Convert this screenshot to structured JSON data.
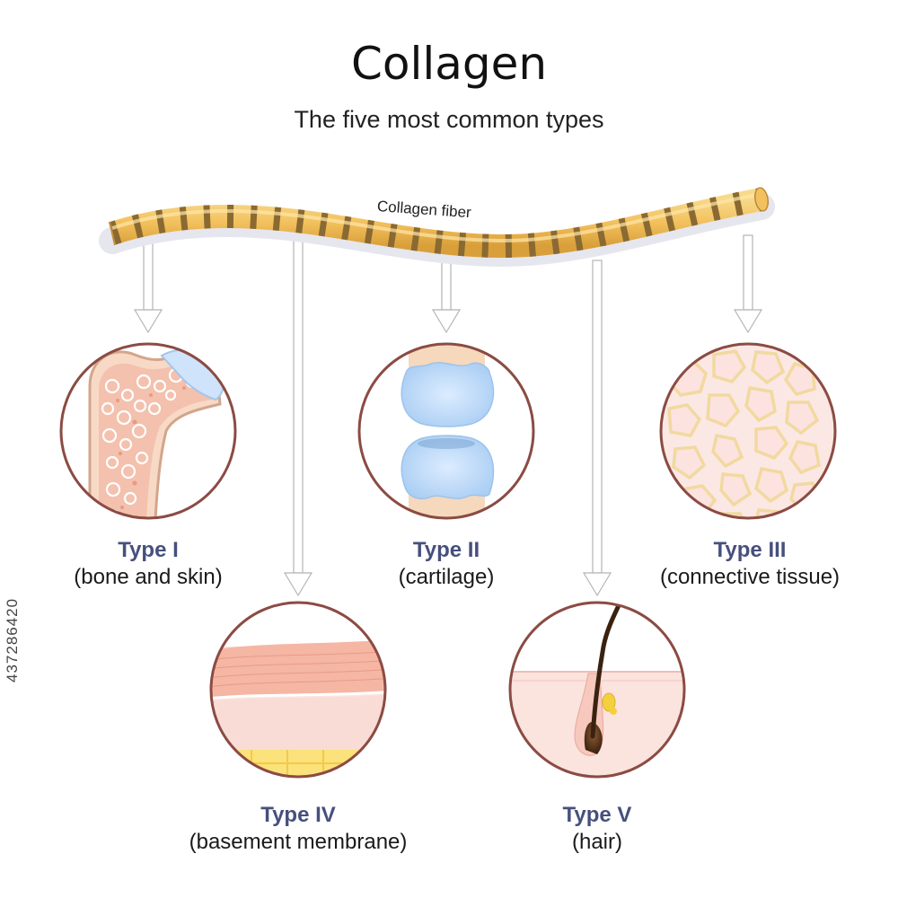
{
  "title": "Collagen",
  "subtitle": "The five most common types",
  "fiber_label": "Collagen fiber",
  "types": [
    {
      "name": "Type I",
      "desc": "(bone and skin)"
    },
    {
      "name": "Type II",
      "desc": "(cartilage)"
    },
    {
      "name": "Type III",
      "desc": "(connective tissue)"
    },
    {
      "name": "Type IV",
      "desc": "(basement membrane)"
    },
    {
      "name": "Type V",
      "desc": "(hair)"
    }
  ],
  "watermark": "437286420",
  "colors": {
    "fiber": "#f2c15d",
    "fiber_band": "#8a6a32",
    "circle_border": "#8b4b43",
    "type_name": "#46507e",
    "arrow": "#c8c8c8"
  }
}
